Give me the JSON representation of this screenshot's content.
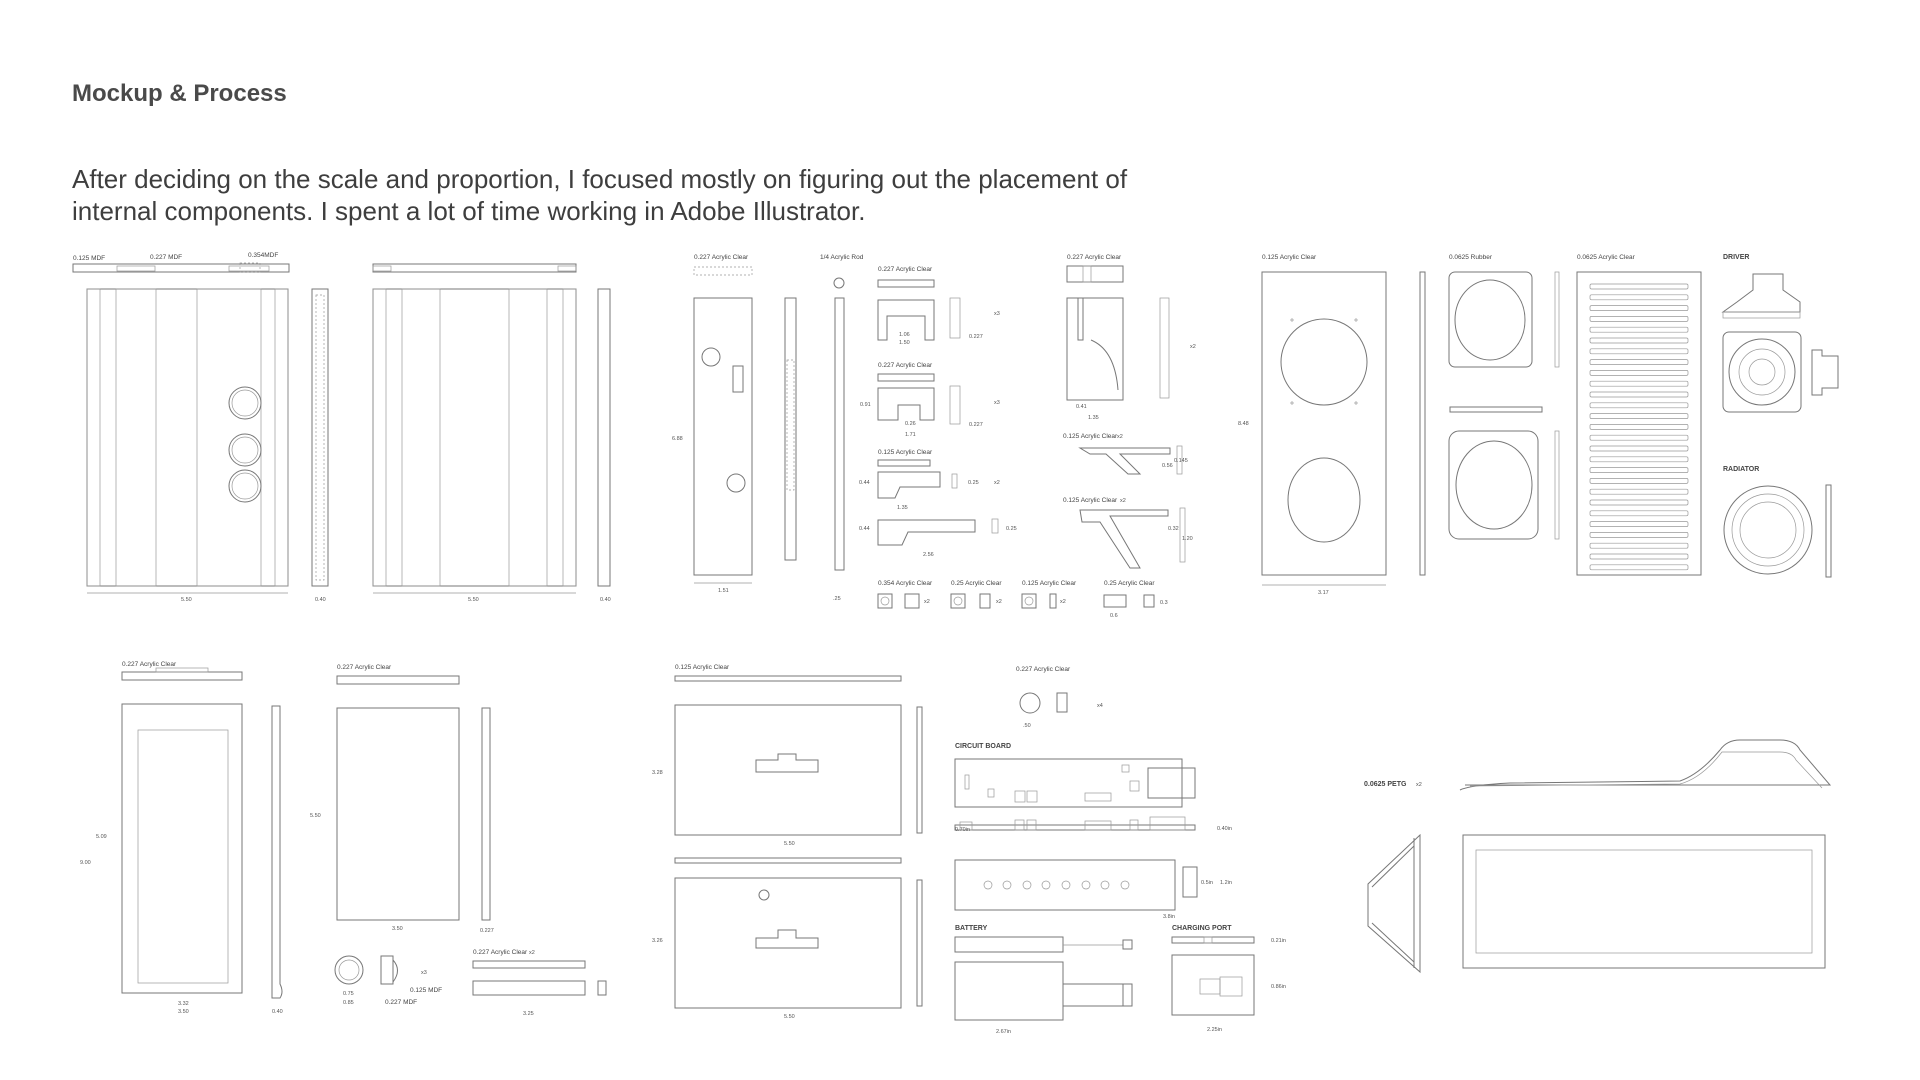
{
  "page": {
    "section_title": "Mockup & Process",
    "intro": "After deciding on the scale and proportion, I focused mostly on figuring out the placement of internal components. I spent a lot of time working in Adobe Illustrator."
  },
  "labels": {
    "mdf_0125": "0.125 MDF",
    "mdf_0227": "0.227 MDF",
    "mdf_0354": "0.354MDF",
    "acr227_a": "0.227 Acrylic Clear",
    "acr_rod": "1/4 Acrylic Rod",
    "acr227_b": "0.227 Acrylic Clear",
    "acr227_c": "0.227 Acrylic Clear",
    "acr125_a": "0.125 Acrylic Clear",
    "acr354": "0.354 Acrylic Clear",
    "acr25_a": "0.25 Acrylic Clear",
    "acr125_b": "0.125 Acrylic Clear",
    "acr25_b": "0.25 Acrylic Clear",
    "acr227_d": "0.227 Acrylic Clear",
    "acr125_c": "0.125 Acrylic Clear",
    "acr125_d": "0.125 Acrylic Clear",
    "acr125_e": "0.125 Acrylic Clear",
    "rubber": "0.0625 Rubber",
    "acr0625": "0.0625 Acrylic Clear",
    "driver": "DRIVER",
    "radiator": "RADIATOR",
    "acr227_e": "0.227 Acrylic Clear",
    "acr227_f": "0.227 Acrylic Clear",
    "acr125_f": "0.125 Acrylic Clear",
    "acr227_g": "0.227 Acrylic Clear",
    "acr227_h": "0.227 Acrylic Clear",
    "circuit": "CIRCUIT BOARD",
    "battery": "BATTERY",
    "charging": "CHARGING PORT",
    "petg": "0.0625 PETG",
    "mdf_0125_b": "0.125 MDF",
    "mdf_0227_b": "0.227 MDF"
  },
  "qty": {
    "x3_a": "x3",
    "x3_b": "x3",
    "x2_a": "x2",
    "x2_b": "x2",
    "x2_c": "x2",
    "x2_d": "x2",
    "x2_e": "x2",
    "x2_f": "x2",
    "x2_g": "x2",
    "x4": "x4",
    "x2_h": "x2",
    "x2_i": "x2",
    "x3_c": "x3"
  },
  "dims": {
    "d550_a": "5.50",
    "d040_a": "0.40",
    "d550_b": "5.50",
    "d040_b": "0.40",
    "d688": "6.88",
    "d151": "1.51",
    "d25": ".25",
    "d106": "1.06",
    "d150": "1.50",
    "d0227_a": "0.227",
    "d091": "0.91",
    "d026": "0.26",
    "d171": "1.71",
    "d0227_b": "0.227",
    "d044_a": "0.44",
    "d135_a": "1.35",
    "d025_a": "0.25",
    "d044_b": "0.44",
    "d256": "2.56",
    "d025_b": "0.25",
    "d06": "0.6",
    "d03": "0.3",
    "d041": "0.41",
    "d135_b": "1.35",
    "d056": "0.56",
    "d0145": "0.145",
    "d032": "0.32",
    "d120": "1.20",
    "d848": "8.48",
    "d317": "3.17",
    "d509": "5.09",
    "d900": "9.00",
    "d332": "3.32",
    "d350_a": "3.50",
    "d040_c": "0.40",
    "d550_c": "5.50",
    "d350_b": "3.50",
    "d0227_c": "0.227",
    "d075": "0.75",
    "d085": "0.85",
    "d325": "3.25",
    "d328": "3.28",
    "d550_d": "5.50",
    "d326": "3.26",
    "d550_e": "5.50",
    "d50": ".50",
    "d070": "0.70in",
    "d040in": "0.40in",
    "d05in": "0.5in",
    "d12in": "1.2in",
    "d38in": "3.8in",
    "d021in": "0.21in",
    "d086in": "0.86in",
    "d267in": "2.67in",
    "d225in": "2.25in"
  }
}
